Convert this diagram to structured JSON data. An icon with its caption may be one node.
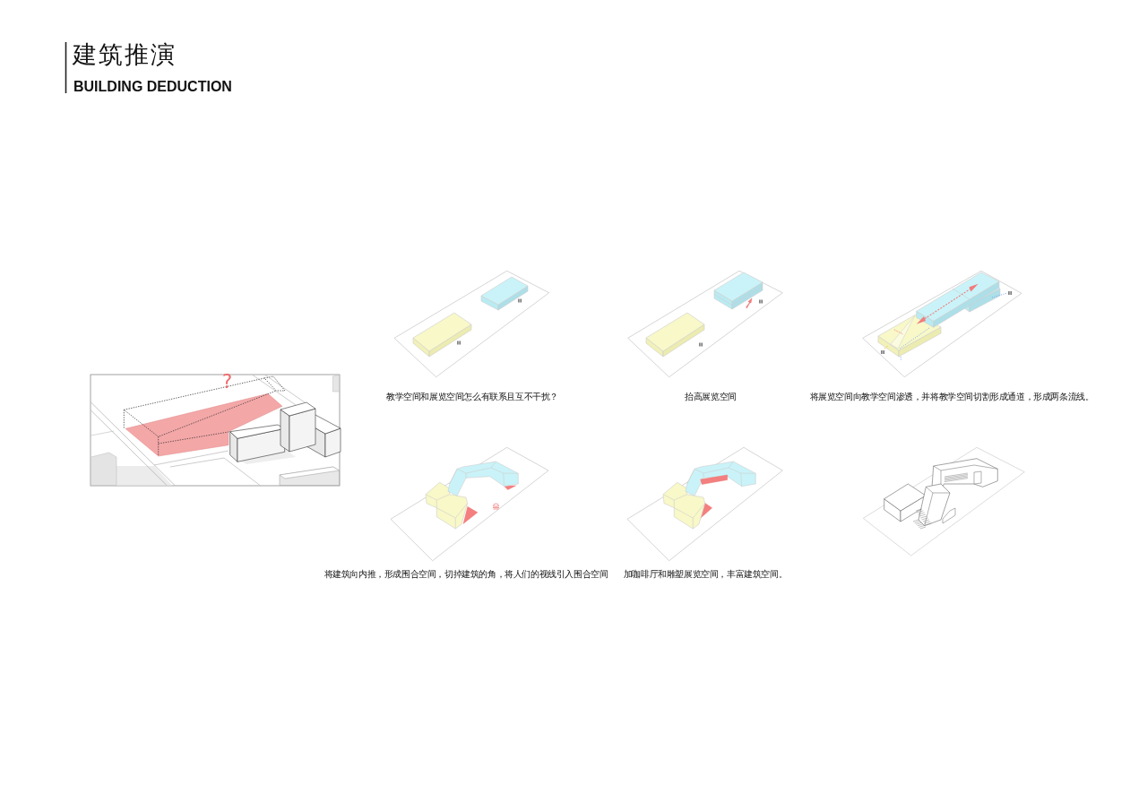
{
  "diagram": {
    "title": "建筑推演",
    "labels": [
      "BUILDING DEDUCTION",
      "?",
      "教学空间和展览空间怎么有联系且互不干扰？",
      "抬高展览空间",
      "将展览空间向教学空间渗透，并将教学空间切割形成通道，形成两条流线。",
      "将建筑向内推，形成围合空间，切掉建筑的角，将人们的视线引入围合空间",
      "加咖啡厅和雕塑展览空间，丰富建筑空间。"
    ]
  }
}
